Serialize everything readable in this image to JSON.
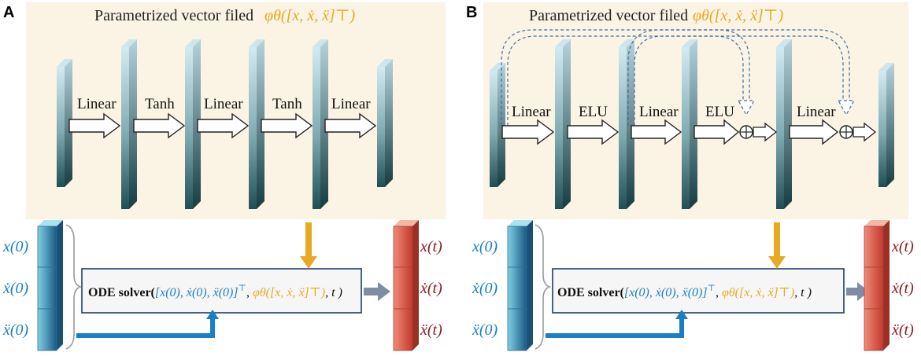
{
  "colors": {
    "panel_bg": "#fbf3e3",
    "orange": "#e8a923",
    "blue": "#1a7fc4",
    "dark_red": "#8c1c20",
    "dark_blue": "#1b3f6b"
  },
  "panels": [
    {
      "letter": "A",
      "title_text": "Parametrized vector filed",
      "title_formula": "φθ([x, ẋ, ẍ]⊤)",
      "layers": [
        "Linear",
        "Tanh",
        "Linear",
        "Tanh",
        "Linear"
      ],
      "inputs": [
        "x(0)",
        "ẋ(0)",
        "ẍ(0)"
      ],
      "outputs": [
        "x(t)",
        "ẋ(t)",
        "ẍ(t)"
      ],
      "ode": {
        "label": "ODE solver(",
        "initial": "[x(0), ẋ(0), ẍ(0)]",
        "sup": "⊤",
        "field": "φθ([x, ẋ, ẍ]⊤)",
        "tail": ", t )"
      }
    },
    {
      "letter": "B",
      "title_text": "Parametrized vector filed",
      "title_formula": "φθ([x, ẋ, ẍ]⊤)",
      "layers": [
        "Linear",
        "ELU",
        "Linear",
        "ELU",
        "Linear"
      ],
      "inputs": [
        "x(0)",
        "ẋ(0)",
        "ẍ(0)"
      ],
      "outputs": [
        "x(t)",
        "ẋ(t)",
        "ẍ(t)"
      ],
      "ode": {
        "label": "ODE solver(",
        "initial": "[x(0), ẋ(0), ẍ(0)]",
        "sup": "⊤",
        "field": "φθ([x, ẋ, ẍ]⊤)",
        "tail": ", t )"
      }
    }
  ]
}
